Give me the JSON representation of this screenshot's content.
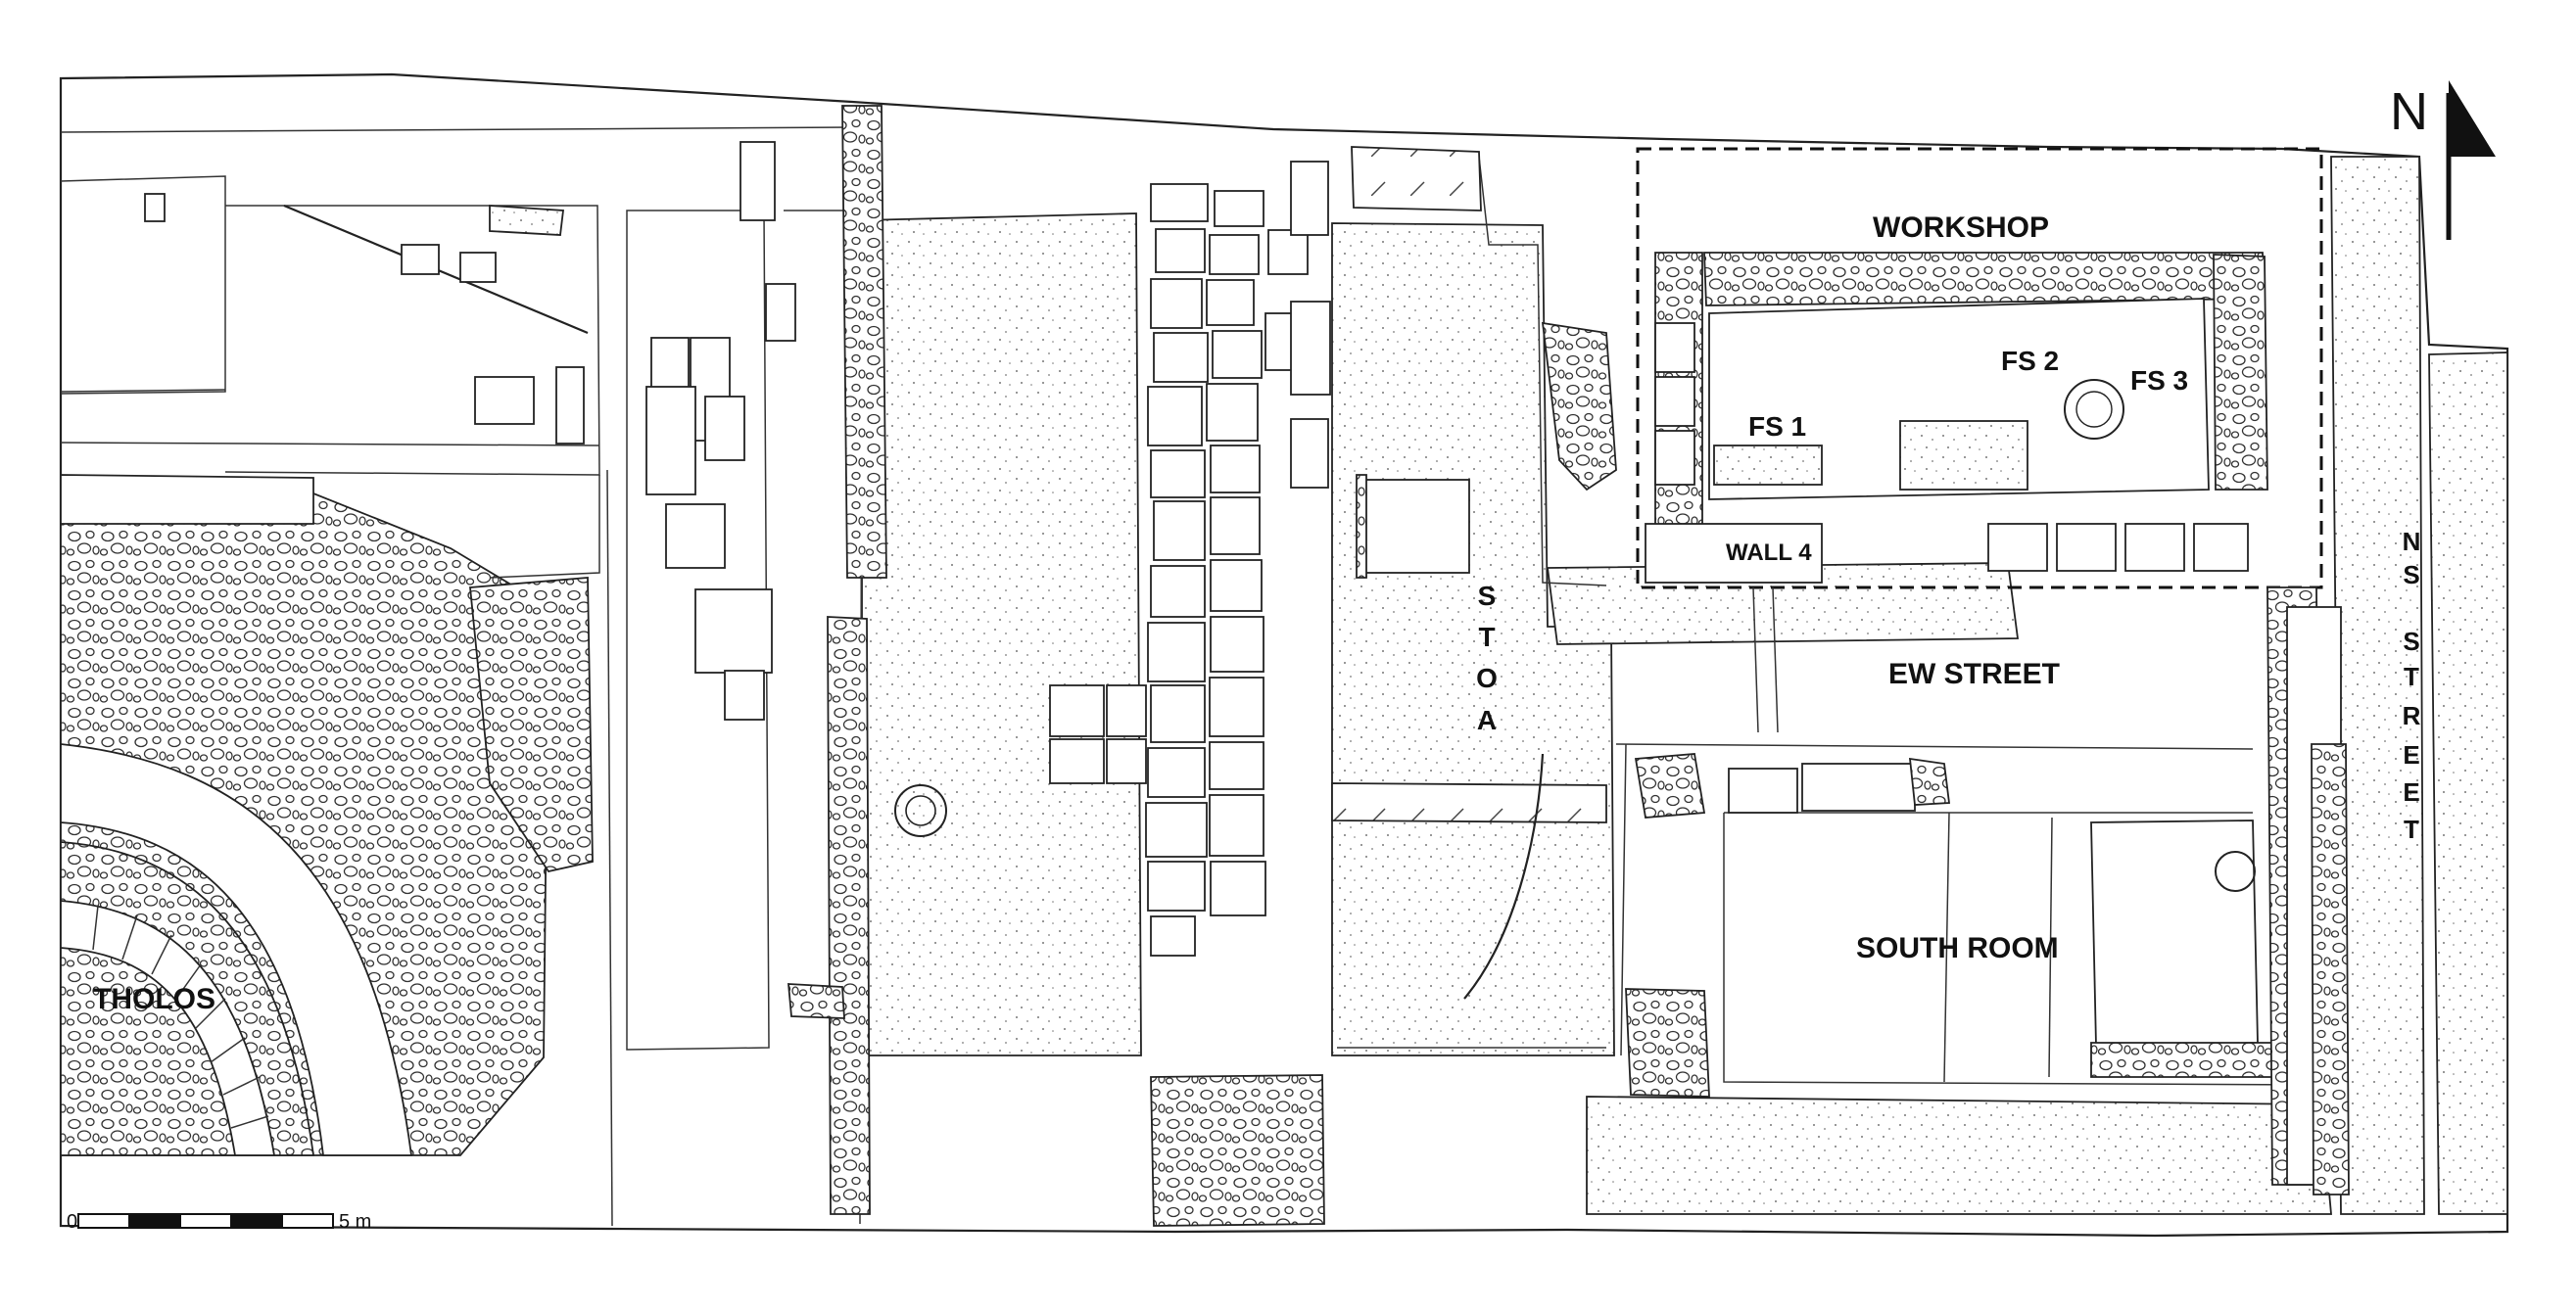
{
  "plan": {
    "labels": {
      "workshop": "WORKSHOP",
      "fs1": "FS 1",
      "fs2": "FS 2",
      "fs3": "FS 3",
      "wall4": "WALL 4",
      "stoa": [
        "S",
        "T",
        "O",
        "A"
      ],
      "ns_street": [
        "N",
        "S",
        "",
        "S",
        "T",
        "R",
        "E",
        "E",
        "T"
      ],
      "ew_street": "EW STREET",
      "south_room": "SOUTH ROOM",
      "tholos": "THOLOS"
    },
    "north_arrow": {
      "letter": "N",
      "icon": "north-arrow-icon"
    },
    "scale_bar": {
      "start_label": "0",
      "end_label": "5 m",
      "segments": 5
    },
    "colors": {
      "ink": "#111111",
      "paper": "#ffffff"
    }
  }
}
